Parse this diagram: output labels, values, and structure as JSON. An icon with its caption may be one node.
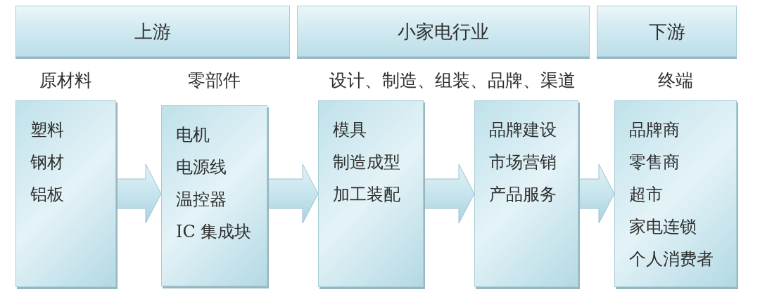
{
  "diagram": {
    "nodes": [
      {
        "text": [
          "上游"
        ]
      },
      {
        "text": [
          "小家电行业"
        ]
      },
      {
        "text": [
          "下游"
        ]
      },
      {
        "text": [
          "原材料",
          "塑料",
          "钢材",
          "铝板"
        ]
      },
      {
        "text": [
          "零部件",
          "电机",
          "电源线",
          "温控器",
          "IC 集成块"
        ]
      },
      {
        "text": [
          "模具",
          "制造成型",
          "加工装配"
        ]
      },
      {
        "text": [
          "品牌建设",
          "市场营销",
          "产品服务"
        ]
      },
      {
        "text": [
          "终端",
          "品牌商",
          "零售商",
          "超市",
          "家电连锁",
          "个人消费者"
        ]
      }
    ],
    "edges": [
      {
        "from": 3,
        "to": 4,
        "arrow": "to"
      },
      {
        "from": 4,
        "to": 5,
        "arrow": "to"
      },
      {
        "from": 5,
        "to": 6,
        "arrow": "to"
      },
      {
        "from": 6,
        "to": 7,
        "arrow": "to"
      }
    ],
    "labels": [
      "设计、制造、组装、品牌、渠道"
    ]
  }
}
